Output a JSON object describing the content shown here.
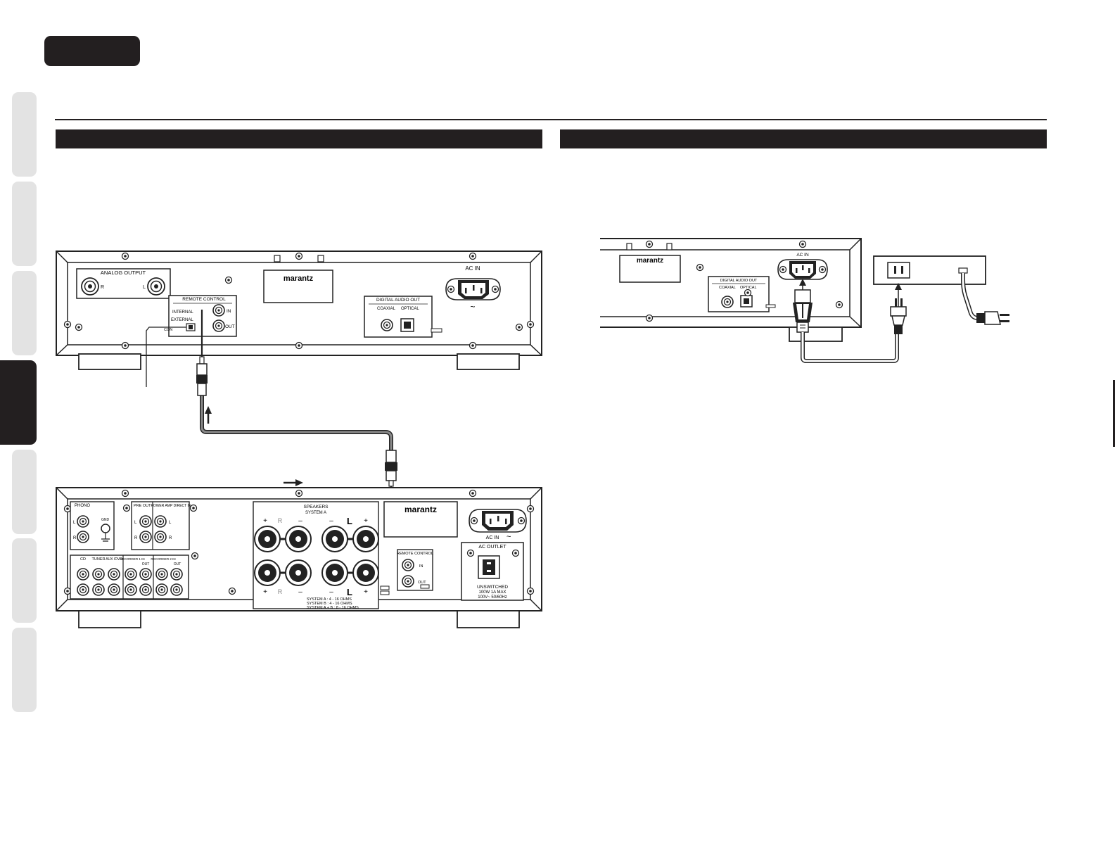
{
  "cd_player": {
    "brand": "marantz",
    "analog_output": {
      "title": "ANALOG OUTPUT",
      "right": "R",
      "left": "L"
    },
    "remote_control": {
      "title": "REMOTE CONTROL",
      "internal": "INTERNAL",
      "external": "EXTERNAL",
      "in": "IN",
      "out": "OUT",
      "switch_prefix": "CON"
    },
    "digital_audio_out": {
      "title": "DIGITAL AUDIO OUT",
      "coaxial": "COAXIAL",
      "optical": "OPTICAL"
    },
    "ac_in": "AC IN",
    "ac_symbol": "~"
  },
  "amplifier": {
    "brand": "marantz",
    "phono": {
      "title": "PHONO",
      "l": "L",
      "r": "R",
      "gnd": "GND"
    },
    "pre_out": "PRE OUT",
    "power_amp_direct_in": "POWER AMP DIRECT IN",
    "l": "L",
    "r": "R",
    "inputs": [
      "CD",
      "TUNER",
      "AUX /DVD",
      "RECORDER 1 IN",
      "OUT",
      "RECORDER 2 IN",
      "OUT"
    ],
    "speakers": {
      "title": "SPEAKERS",
      "system_a": "SYSTEM A",
      "plus": "+",
      "minus": "–",
      "l": "L",
      "r": "R",
      "impedance_lines": [
        "SYSTEM A : 4 - 16 OHMS",
        "SYSTEM B : 4 - 16 OHMS",
        "SYSTEM A + B : 8 - 16 OHMS"
      ]
    },
    "remote_control": {
      "title": "REMOTE CONTROL",
      "in": "IN",
      "out": "OUT"
    },
    "ac_in": "AC IN",
    "ac_outlet": {
      "title": "AC OUTLET",
      "lines": [
        "UNSWITCHED",
        "100W 1A MAX",
        "100V~ 50/60Hz"
      ]
    }
  },
  "power_figure": {
    "brand": "marantz",
    "ac_in": "AC IN",
    "digital_audio_out": "DIGITAL AUDIO OUT",
    "coaxial": "COAXIAL",
    "optical": "OPTICAL"
  }
}
